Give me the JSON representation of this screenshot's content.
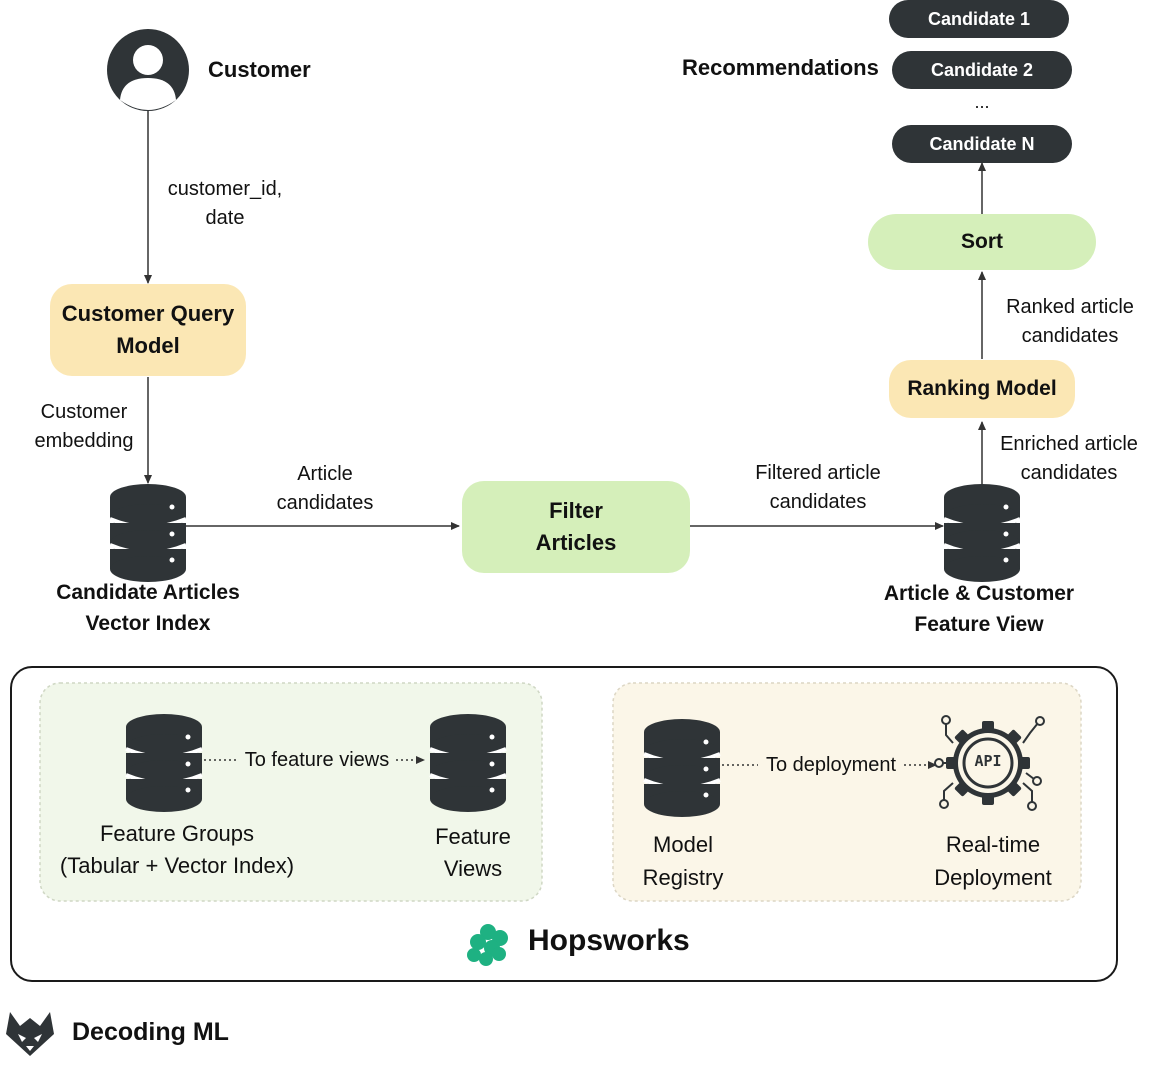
{
  "colors": {
    "dark": "#2f3437",
    "yellow_box": "#fbe7b4",
    "green_box": "#d5efba",
    "panel_green": "#f1f7ea",
    "panel_yellow": "#fbf6e8",
    "hopsworks_green": "#1eb182"
  },
  "customer": {
    "label": "Customer",
    "icon": "person-icon"
  },
  "edges": {
    "customer_to_query": "customer_id,\ndate",
    "query_to_index": "Customer\nembedding",
    "index_to_filter": "Article\ncandidates",
    "filter_to_view": "Filtered article\ncandidates",
    "view_to_ranking": "Enriched article\ncandidates",
    "ranking_to_sort": "Ranked article\ncandidates"
  },
  "nodes": {
    "customer_query_model": "Customer Query\nModel",
    "candidate_index": "Candidate Articles\nVector Index",
    "filter_articles": "Filter\nArticles",
    "feature_view": "Article & Customer\nFeature View",
    "ranking_model": "Ranking Model",
    "sort": "Sort"
  },
  "recommendations": {
    "label": "Recommendations",
    "candidates": [
      "Candidate 1",
      "Candidate 2",
      "...",
      "Candidate N"
    ]
  },
  "hopsworks": {
    "brand": "Hopsworks",
    "feature_groups": "Feature Groups\n(Tabular + Vector Index)",
    "feature_views": "Feature\nViews",
    "to_feature_views": "To feature views",
    "model_registry": "Model\nRegistry",
    "realtime_deployment": "Real-time\nDeployment",
    "to_deployment": "To deployment",
    "api_label": "API"
  },
  "footer": {
    "brand": "Decoding ML"
  }
}
